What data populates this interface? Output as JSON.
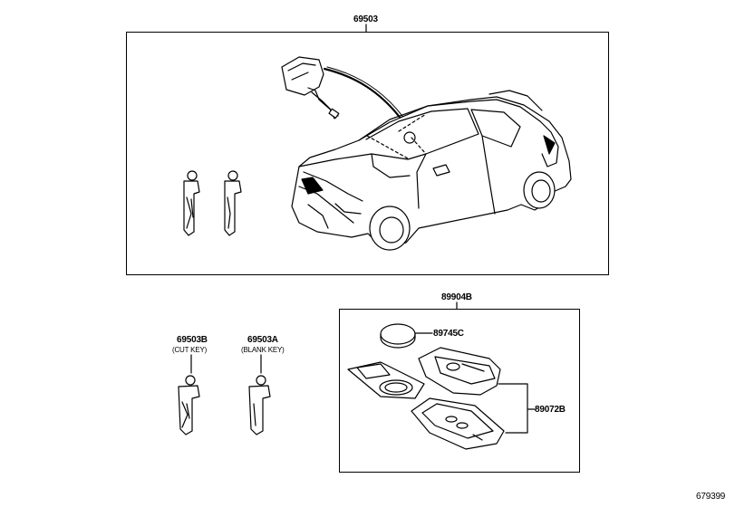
{
  "diagram_id": "679399",
  "labels": {
    "assembly_main": "69503",
    "key_cut": "69503B",
    "key_cut_note": "(CUT KEY)",
    "key_blank": "69503A",
    "key_blank_note": "(BLANK KEY)",
    "smart_key_set": "89904B",
    "battery": "89745C",
    "transmitter_case": "89072B"
  }
}
